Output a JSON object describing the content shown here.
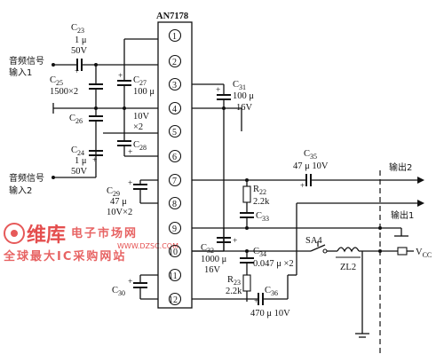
{
  "chip": {
    "name": "AN7178",
    "pins": [
      "1",
      "2",
      "3",
      "4",
      "5",
      "6",
      "7",
      "8",
      "9",
      "10",
      "11",
      "12"
    ]
  },
  "inputs": {
    "in1": [
      "音频信号",
      "输入1"
    ],
    "in2": [
      "音频信号",
      "输入2"
    ]
  },
  "outputs": {
    "out2": "输出2",
    "out1": "输出1",
    "vcc": "V",
    "vcc_sub": "CC"
  },
  "switches": {
    "sa4": "SA4",
    "zl2": "ZL2"
  },
  "components": {
    "c23": [
      "C",
      "23",
      "1 μ",
      "50V"
    ],
    "c25": [
      "C",
      "25",
      "1500×2"
    ],
    "c27": [
      "C",
      "27",
      "100 μ"
    ],
    "c26": [
      "C",
      "26"
    ],
    "c10v": [
      "10V",
      "×2"
    ],
    "c28": [
      "C",
      "28"
    ],
    "c24": [
      "C",
      "24",
      "1 μ",
      "50V"
    ],
    "c29": [
      "C",
      "29",
      "47 μ",
      "10V×2"
    ],
    "c31": [
      "C",
      "31",
      "100 μ",
      "16V"
    ],
    "c35": [
      "C",
      "35",
      "47 μ  10V"
    ],
    "r22": [
      "R",
      "22",
      "2.2k"
    ],
    "c33": [
      "C",
      "33"
    ],
    "c32": [
      "C",
      "32",
      "1000 μ",
      "16V"
    ],
    "c34": [
      "C",
      "34",
      "0.047 μ ×2"
    ],
    "r23": [
      "R",
      "23",
      "2.2k"
    ],
    "c36": [
      "C",
      "36",
      "470 μ  10V"
    ],
    "c30": [
      "C",
      "30"
    ]
  },
  "watermark": {
    "brand": "维库",
    "suffix": "电子市场网",
    "url": "WWW.DZSC.COM",
    "slogan": "全球最大IC采购网站"
  }
}
